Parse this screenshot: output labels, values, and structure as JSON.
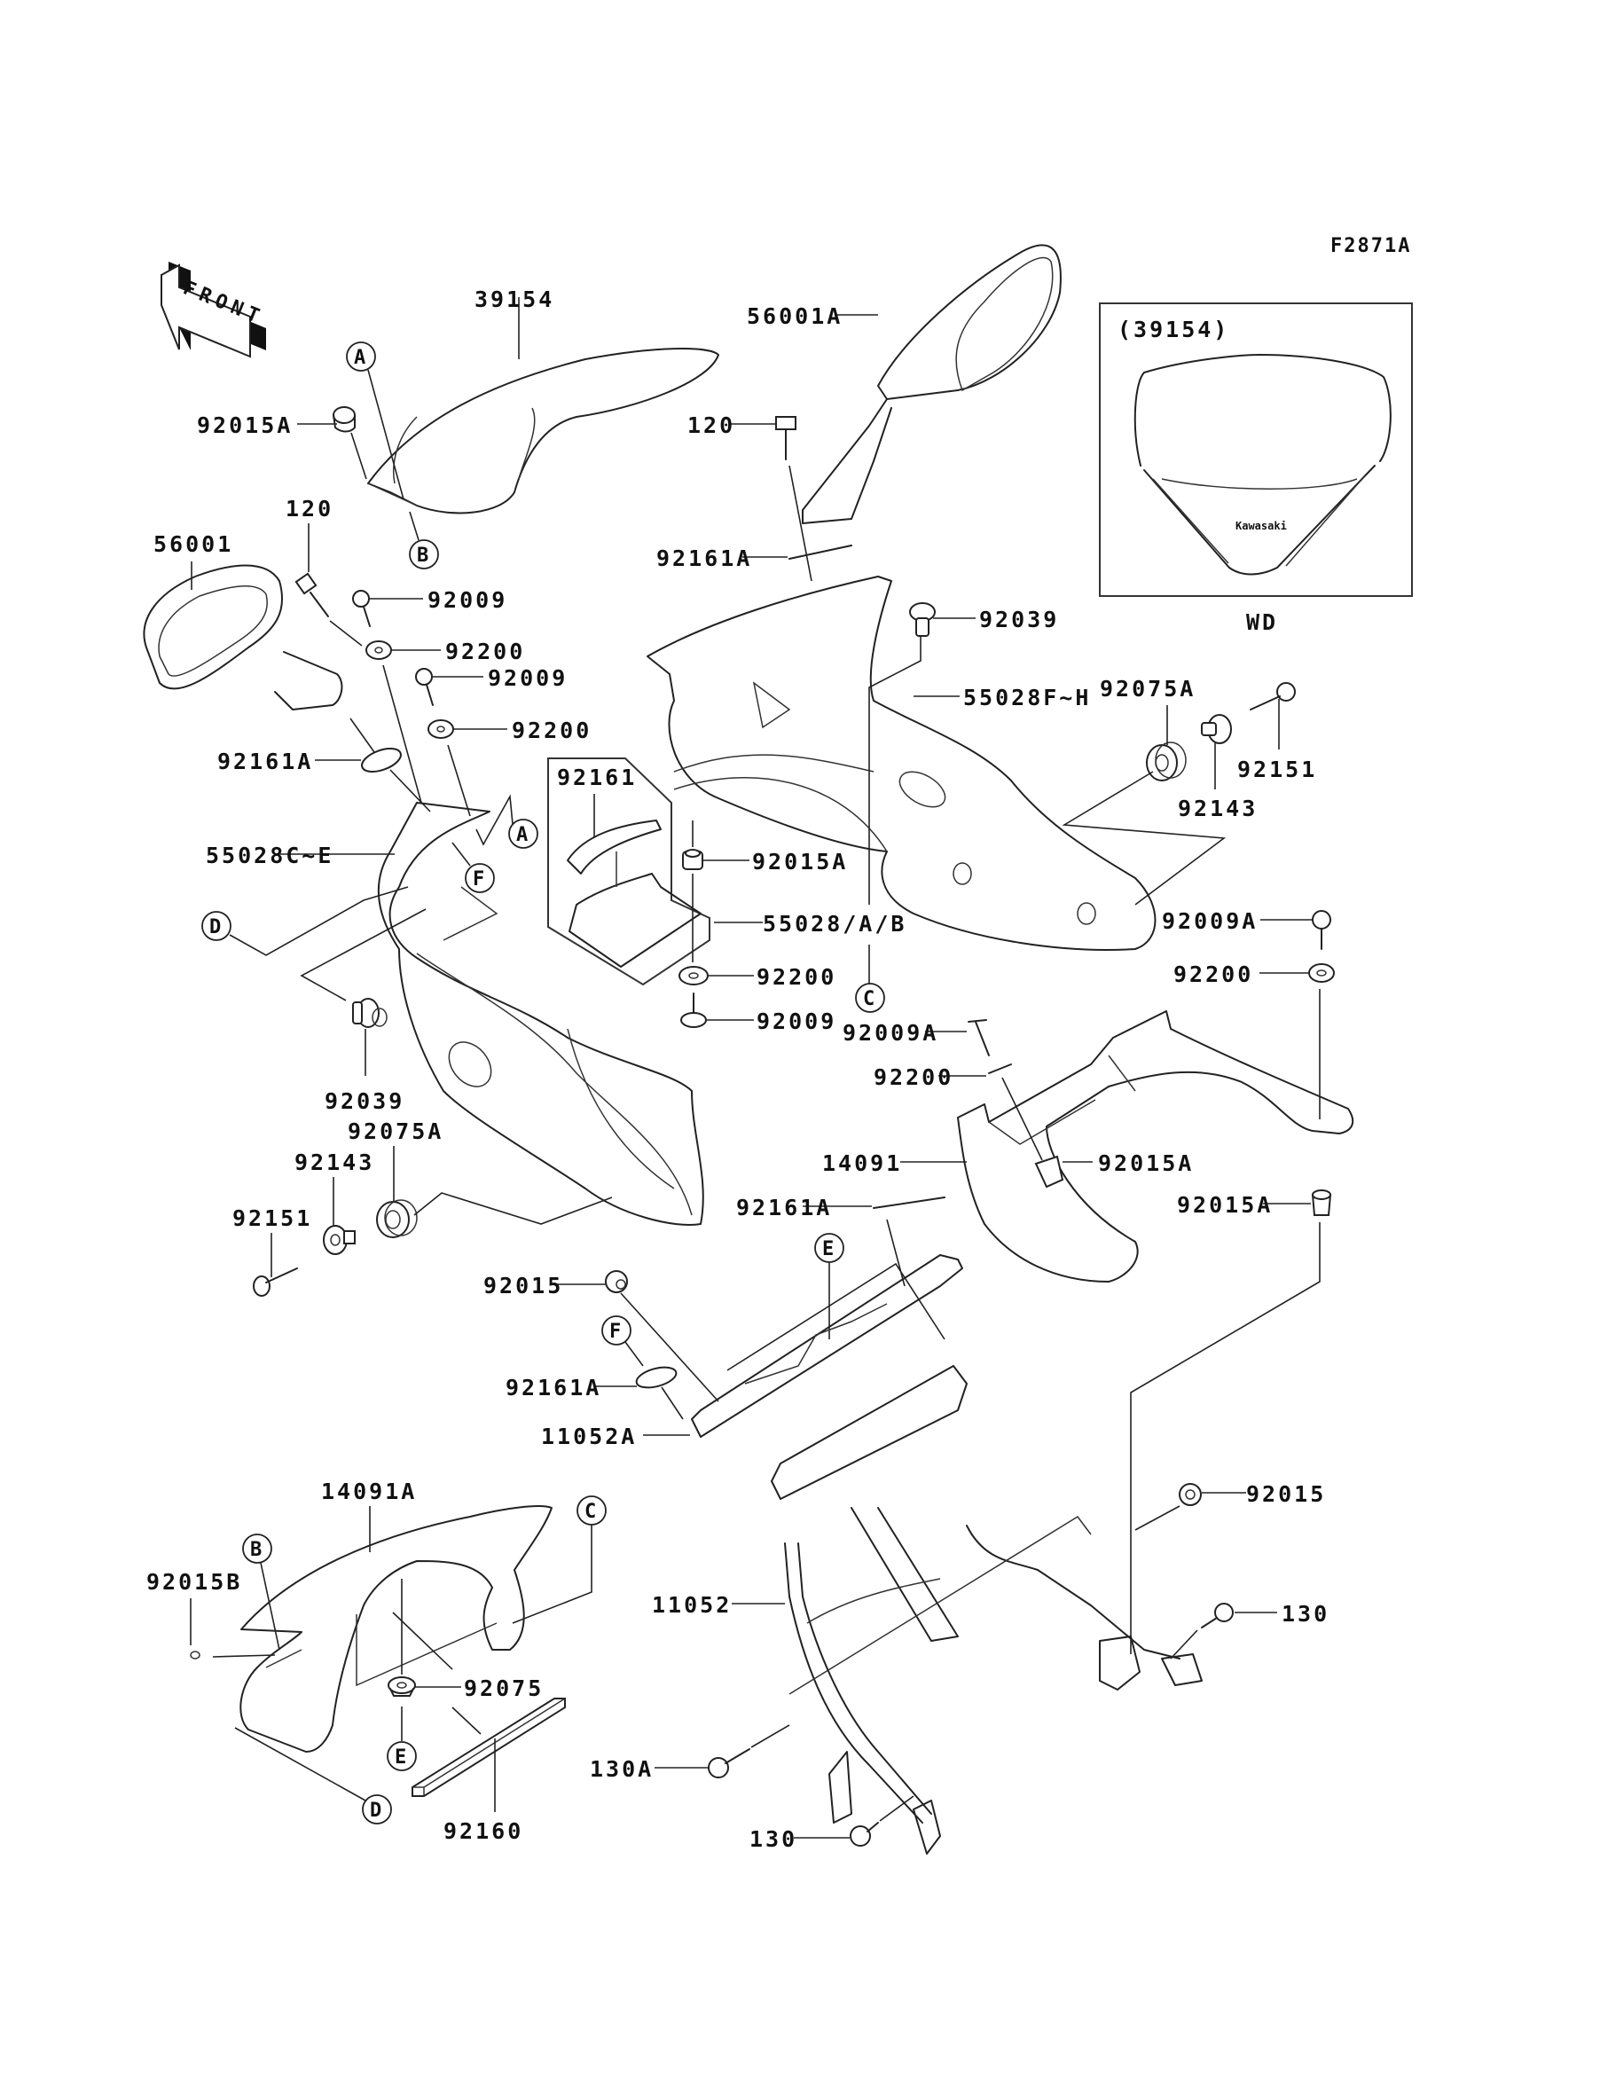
{
  "figure_code": "F2871A",
  "front_arrow_label": "FRONT",
  "inset": {
    "title": "(39154)",
    "caption": "WD",
    "logo_text": "Kawasaki"
  },
  "parts": {
    "p39154": "39154",
    "p92015A_top": "92015A",
    "p120_left": "120",
    "p56001": "56001",
    "p92009_a": "92009",
    "p92200_a": "92200",
    "p92009_b": "92009",
    "p92200_b": "92200",
    "p92161A_left": "92161A",
    "p55028C_E": "55028C~E",
    "p56001A": "56001A",
    "p120_right": "120",
    "p92161A_right": "92161A",
    "p92039_right": "92039",
    "p55028F_H": "55028F~H",
    "p92075A_right": "92075A",
    "p92151_right": "92151",
    "p92143_right": "92143",
    "p92161": "92161",
    "p92015A_mid": "92015A",
    "p55028_A_B": "55028/A/B",
    "p92200_mid": "92200",
    "p92009_mid": "92009",
    "p92009A_right": "92009A",
    "p92200_right": "92200",
    "p92009A_mid": "92009A",
    "p92200_mid2": "92200",
    "p14091": "14091",
    "p92015A_under": "92015A",
    "p92015A_right": "92015A",
    "p92039_left": "92039",
    "p92075A_left": "92075A",
    "p92143_left": "92143",
    "p92151_left": "92151",
    "p92161A_bracket": "92161A",
    "p92015_bracket": "92015",
    "p92161A_lower": "92161A",
    "p11052A": "11052A",
    "p14091A": "14091A",
    "p92015B": "92015B",
    "p92075": "92075",
    "p92160": "92160",
    "p11052": "11052",
    "p92015_right": "92015",
    "p130_right": "130",
    "p130A": "130A",
    "p130_bottom": "130"
  },
  "reference_markers": {
    "A_top": "A",
    "B_top": "B",
    "A_left": "A",
    "F_left": "F",
    "D_left": "D",
    "C_mid": "C",
    "E_bracket": "E",
    "F_bracket": "F",
    "B_lower": "B",
    "C_lower": "C",
    "E_lower": "E",
    "D_lower": "D"
  }
}
